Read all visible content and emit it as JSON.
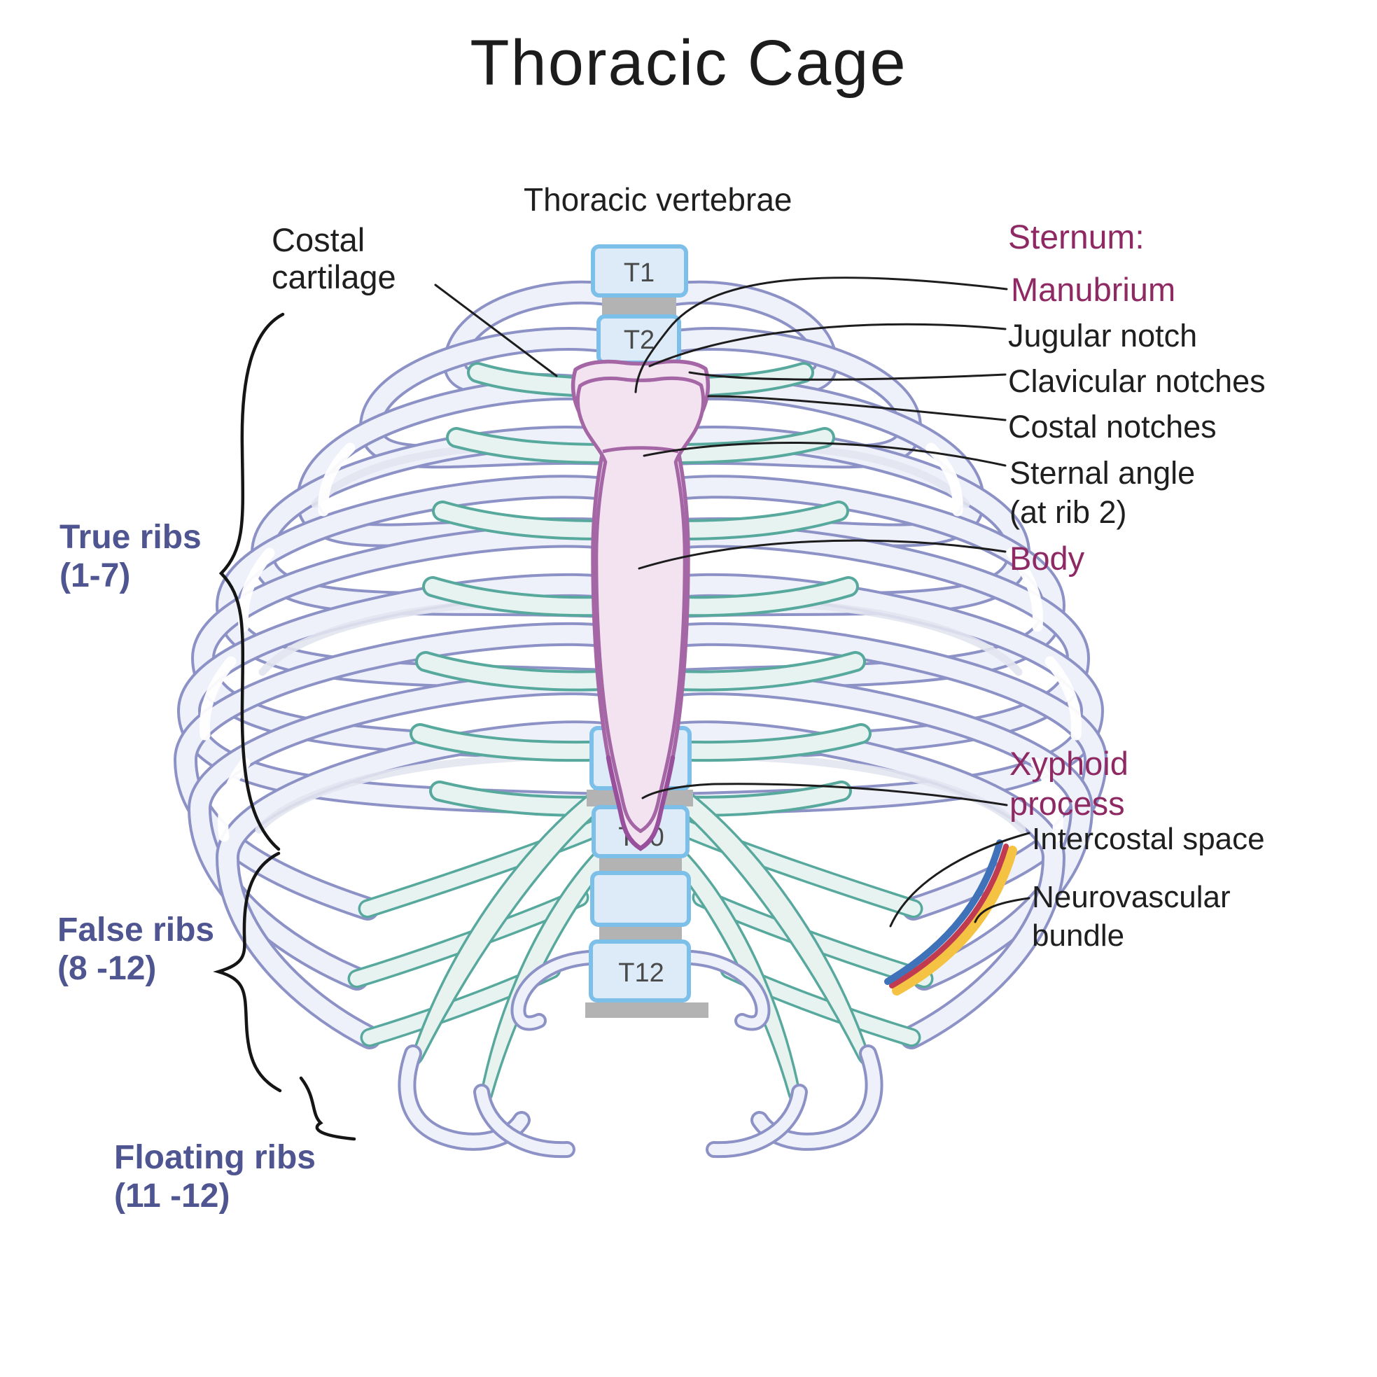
{
  "title": "Thoracic Cage",
  "labels": {
    "thoracic_vertebrae": "Thoracic vertebrae",
    "costal_cartilage": [
      "Costal",
      "cartilage"
    ],
    "sternum_heading": "Sternum:",
    "manubrium": "Manubrium",
    "jugular_notch": "Jugular notch",
    "clavicular_notches": "Clavicular notches",
    "costal_notches": "Costal notches",
    "sternal_angle": [
      "Sternal angle",
      "(at rib 2)"
    ],
    "body": "Body",
    "xyphoid_process": [
      "Xyphoid",
      "process"
    ],
    "intercostal_space": "Intercostal space",
    "neurovascular_bundle": [
      "Neurovascular",
      "bundle"
    ],
    "true_ribs": [
      "True ribs",
      "(1-7)"
    ],
    "false_ribs": [
      "False ribs",
      "(8 -12)"
    ],
    "floating_ribs": [
      "Floating ribs",
      "(11 -12)"
    ]
  },
  "diagram": {
    "vertebrae": {
      "t1": "T1",
      "t2": "T2",
      "t10": "T10",
      "t12": "T12"
    }
  },
  "colors": {
    "label_maroon": "#8e2963",
    "label_purple": "#4f5590",
    "label_black": "#1f1f1f",
    "rib_fill": "#eef0fa",
    "rib_outline": "#8d92c6",
    "cartilage_fill": "#e6f3f0",
    "cartilage_outline": "#57a89d",
    "vertebra_fill": "#dcebf7",
    "vertebra_outline": "#7cbfe9",
    "disc_gray": "#b3b3b3",
    "sternum_fill": "#f3e3f1",
    "sternum_outline": "#a566a6",
    "xiphoid_outline": "#98509c",
    "nerve_blue": "#3f72b8",
    "artery_red": "#c03a50",
    "vein_yellow": "#f5c343"
  }
}
